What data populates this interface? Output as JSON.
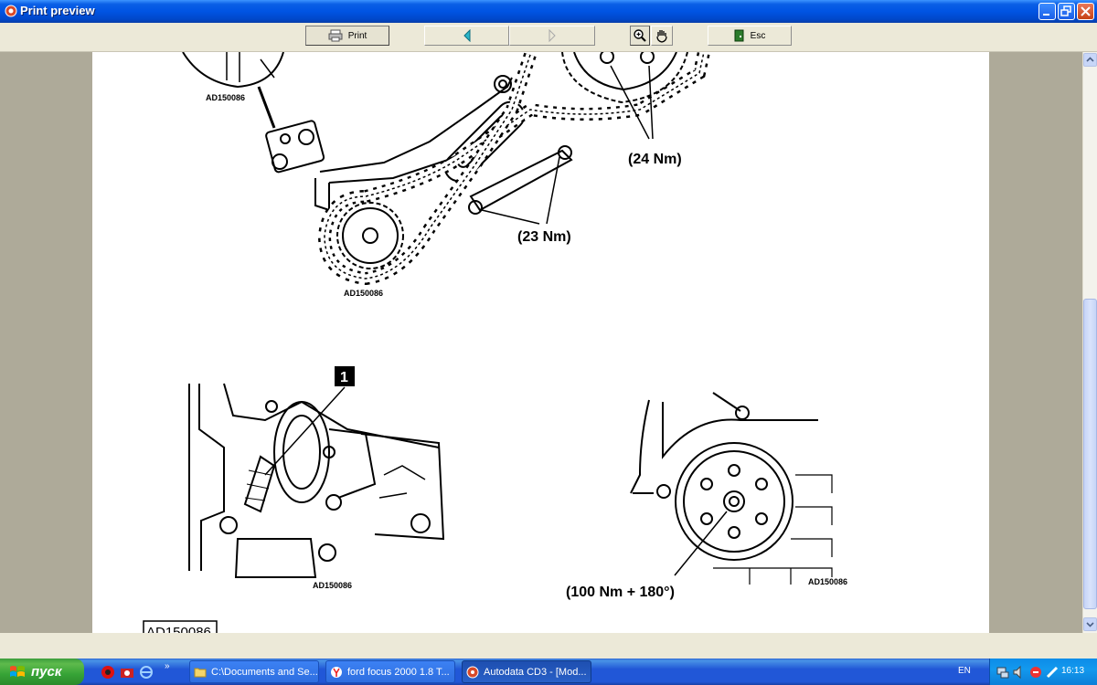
{
  "window": {
    "title": "Print preview"
  },
  "toolbar": {
    "print_label": "Print",
    "esc_label": "Esc"
  },
  "diagram": {
    "labels": {
      "torque_24": "(24 Nm)",
      "torque_23": "(23 Nm)",
      "torque_100": "(100 Nm + 180°)",
      "callout_1": "1",
      "ref_top": "AD150086",
      "ref_chain": "AD150086",
      "ref_left": "AD150086",
      "ref_right": "AD150086",
      "ref_bottom": "AD150086"
    }
  },
  "taskbar": {
    "start_label": "пуск",
    "tasks": [
      {
        "label": "C:\\Documents and Se..."
      },
      {
        "label": "ford focus 2000 1.8 T..."
      },
      {
        "label": "Autodata CD3 - [Mod..."
      }
    ],
    "language": "EN",
    "clock": "16:13"
  }
}
